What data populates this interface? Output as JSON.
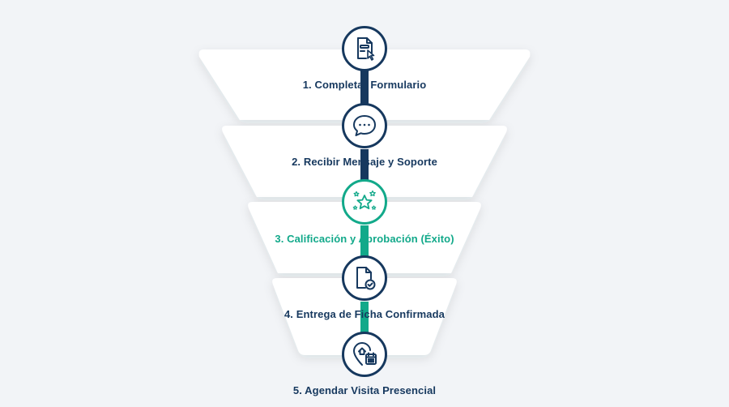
{
  "colors": {
    "background": "#f2f4f7",
    "tier_fill": "#ffffff",
    "primary": "#16385e",
    "accent": "#12a98a"
  },
  "steps": [
    {
      "label": "1. Completar Formulario",
      "icon": "form-cursor-icon",
      "active": false
    },
    {
      "label": "2. Recibir Mensaje y Soporte",
      "icon": "chat-bubble-icon",
      "active": false
    },
    {
      "label": "3. Calificación y Aprobación (Éxito)",
      "icon": "stars-icon",
      "active": true
    },
    {
      "label": "4. Entrega de Ficha Confirmada",
      "icon": "document-check-icon",
      "active": false
    },
    {
      "label": "5. Agendar Visita Presencial",
      "icon": "location-calendar-icon",
      "active": false
    }
  ]
}
